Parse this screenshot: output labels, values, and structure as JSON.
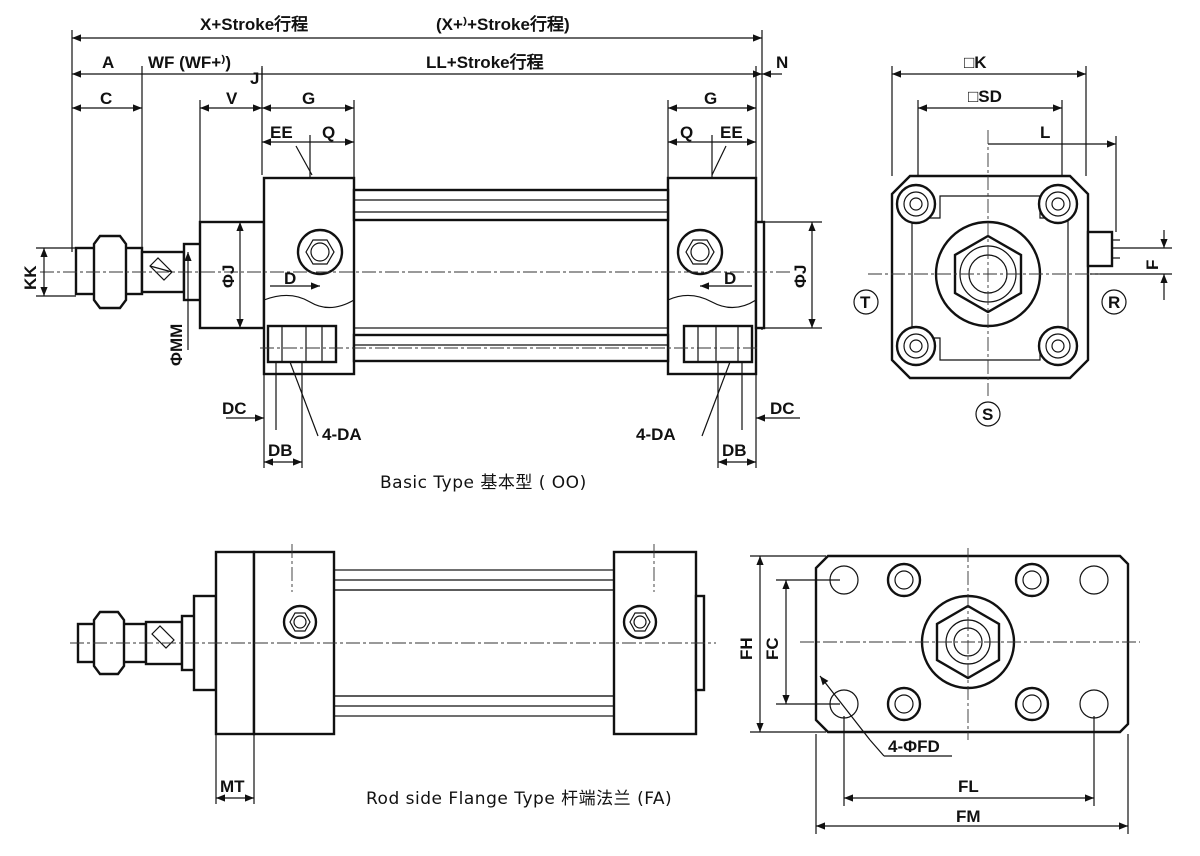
{
  "dims": {
    "x_stroke": "X+Stroke行程",
    "x_stroke_alt": "(X+⁾+Stroke行程)",
    "ll_stroke": "LL+Stroke行程",
    "a": "A",
    "wf": "WF (WF+⁾)",
    "j": "J",
    "n": "N",
    "c": "C",
    "v": "V",
    "g": "G",
    "ee": "EE",
    "q": "Q",
    "kk": "KK",
    "phi_j": "ΦJ",
    "d": "D",
    "phi_mm": "ΦMM",
    "dc": "DC",
    "db": "DB",
    "four_da": "4-DA",
    "k": "□K",
    "sd": "□SD",
    "l": "L",
    "f": "F",
    "t": "T",
    "r": "R",
    "s": "S",
    "mt": "MT",
    "fh": "FH",
    "fc": "FC",
    "four_fd": "4-ΦFD",
    "fl": "FL",
    "fm": "FM"
  },
  "captions": {
    "basic": "Basic Type 基本型 ( OO)",
    "flange": "Rod side Flange Type 杆端法兰 (FA)"
  }
}
